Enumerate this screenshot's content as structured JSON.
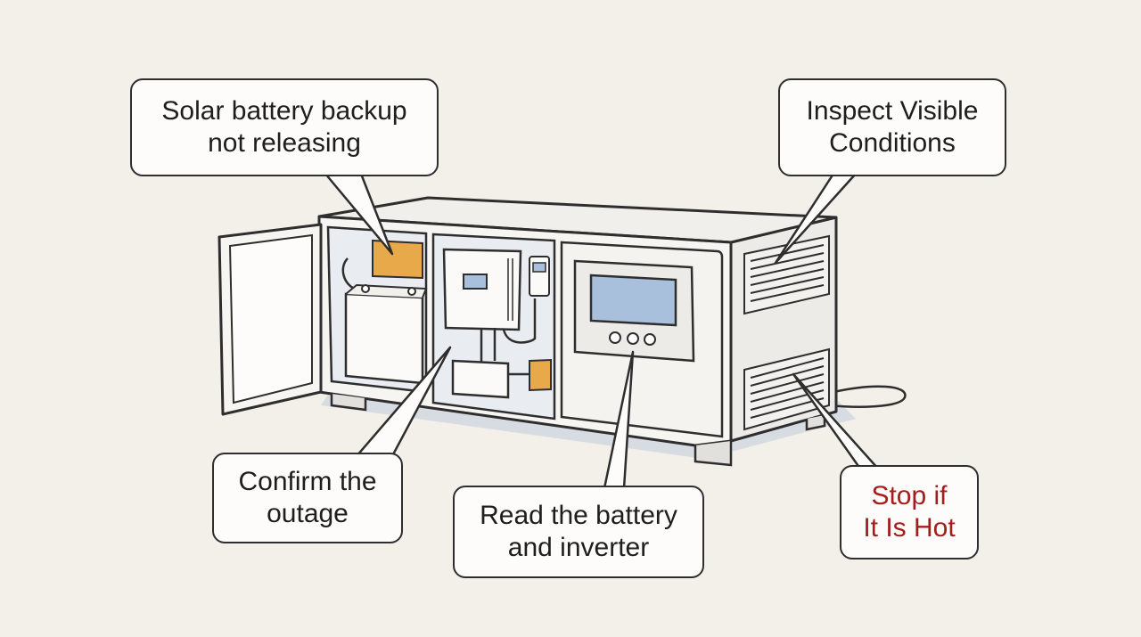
{
  "callouts": {
    "problem": "Solar battery backup\nnot releasing",
    "inspect": "Inspect Visible\nConditions",
    "confirm": "Confirm the\noutage",
    "read": "Read the battery\nand inverter",
    "stop": "Stop if\nIt Is Hot"
  },
  "colors": {
    "background": "#f3efe9",
    "outline": "#2e2e2e",
    "cabinet": "#f7f5f1",
    "battery_top": "#e8a94a",
    "display": "#a8c0dc",
    "shadow": "#cfd6e0",
    "warning_text": "#a51c1c"
  }
}
